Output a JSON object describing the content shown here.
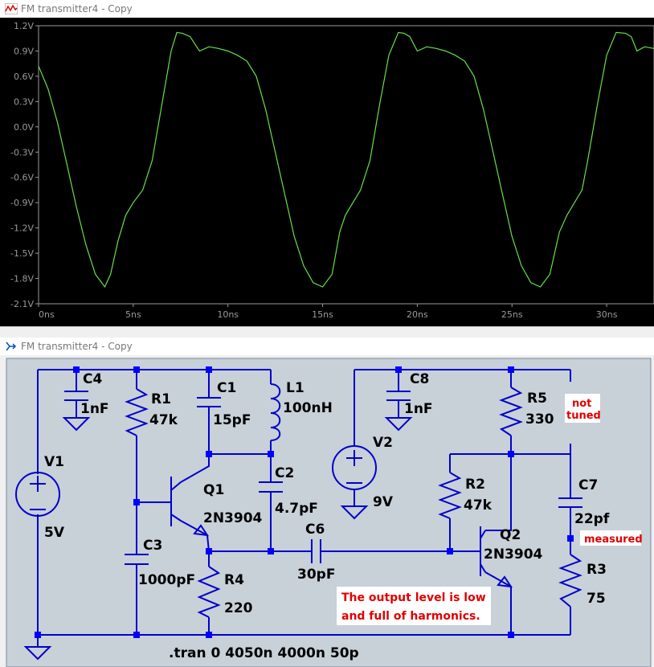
{
  "plot_window": {
    "title": "FM transmitter4 - Copy",
    "icon": "waveform-icon"
  },
  "schematic_window": {
    "title": "FM transmitter4 - Copy",
    "icon": "schematic-icon"
  },
  "chart_data": {
    "type": "line",
    "title": "",
    "xlabel": "",
    "ylabel": "",
    "xlim": [
      0,
      32.5
    ],
    "ylim": [
      -2.1,
      1.2
    ],
    "y_ticks": [
      "1.2V",
      "0.9V",
      "0.6V",
      "0.3V",
      "0.0V",
      "-0.3V",
      "-0.6V",
      "-0.9V",
      "-1.2V",
      "-1.5V",
      "-1.8V",
      "-2.1V"
    ],
    "x_ticks": [
      "0ns",
      "5ns",
      "10ns",
      "15ns",
      "20ns",
      "25ns",
      "30ns"
    ],
    "grid": false,
    "background": "#000000",
    "series": [
      {
        "color": "#66e04a",
        "x": [
          0,
          0.5,
          1,
          1.5,
          2,
          2.5,
          3,
          3.5,
          3.8,
          4.2,
          4.6,
          5,
          5.5,
          6.0,
          6.5,
          7,
          7.3,
          7.6,
          8.0,
          8.5,
          9.0,
          9.5,
          10,
          10.5,
          11,
          11.5,
          12,
          12.5,
          13,
          13.5,
          14,
          14.5,
          15,
          15.5,
          15.9,
          16.2,
          16.6,
          17.0,
          17.5,
          18,
          18.5,
          19.0,
          19.3,
          19.6,
          20.0,
          20.5,
          21.0,
          21.5,
          22,
          22.5,
          23,
          23.5,
          24,
          24.5,
          25,
          25.5,
          26,
          26.5,
          27,
          27.5,
          27.9,
          28.3,
          28.7,
          29,
          29.5,
          30,
          30.5,
          31,
          31.3,
          31.6,
          32.0,
          32.5
        ],
        "y": [
          0.72,
          0.45,
          0.05,
          -0.45,
          -0.95,
          -1.4,
          -1.75,
          -1.9,
          -1.75,
          -1.35,
          -1.05,
          -0.9,
          -0.75,
          -0.4,
          0.25,
          0.9,
          1.12,
          1.11,
          1.07,
          0.9,
          0.95,
          0.93,
          0.9,
          0.85,
          0.78,
          0.6,
          0.2,
          -0.3,
          -0.8,
          -1.3,
          -1.65,
          -1.85,
          -1.9,
          -1.75,
          -1.25,
          -1.05,
          -0.9,
          -0.75,
          -0.4,
          0.25,
          0.85,
          1.12,
          1.11,
          1.07,
          0.9,
          0.95,
          0.93,
          0.9,
          0.85,
          0.78,
          0.6,
          0.2,
          -0.3,
          -0.8,
          -1.3,
          -1.65,
          -1.85,
          -1.9,
          -1.75,
          -1.25,
          -1.05,
          -0.9,
          -0.75,
          -0.4,
          0.25,
          0.85,
          1.12,
          1.11,
          1.07,
          0.9,
          0.95,
          0.93
        ]
      }
    ]
  },
  "schematic": {
    "labels": {
      "V1": "V1",
      "V1_val": "5V",
      "C4": "C4",
      "C4_val": "1nF",
      "R1": "R1",
      "R1_val": "47k",
      "C1": "C1",
      "C1_val": "15pF",
      "L1": "L1",
      "L1_val": "100nH",
      "C2": "C2",
      "C2_val": "4.7pF",
      "Q1": "Q1",
      "Q1_val": "2N3904",
      "C3": "C3",
      "C3_val": "1000pF",
      "R4": "R4",
      "R4_val": "220",
      "C6": "C6",
      "C6_val": "30pF",
      "C8": "C8",
      "C8_val": "1nF",
      "V2": "V2",
      "V2_val": "9V",
      "R5": "R5",
      "R5_val": "330",
      "R2": "R2",
      "R2_val": "47k",
      "Q2": "Q2",
      "Q2_val": "2N3904",
      "C7": "C7",
      "C7_val": "22pf",
      "R3": "R3",
      "R3_val": "75"
    },
    "annotations": {
      "not_tuned_1": "not",
      "not_tuned_2": "tuned",
      "measured": "measured",
      "output_note_1": "The output level is low",
      "output_note_2": "and full of harmonics."
    },
    "directive": ".tran 0 4050n 4000n 50p",
    "colors": {
      "wire": "#0000cc",
      "component": "#0000cc",
      "junction": "#0000ff",
      "background": "#c8d0d8",
      "label": "#000000",
      "note": "#e00000"
    }
  }
}
